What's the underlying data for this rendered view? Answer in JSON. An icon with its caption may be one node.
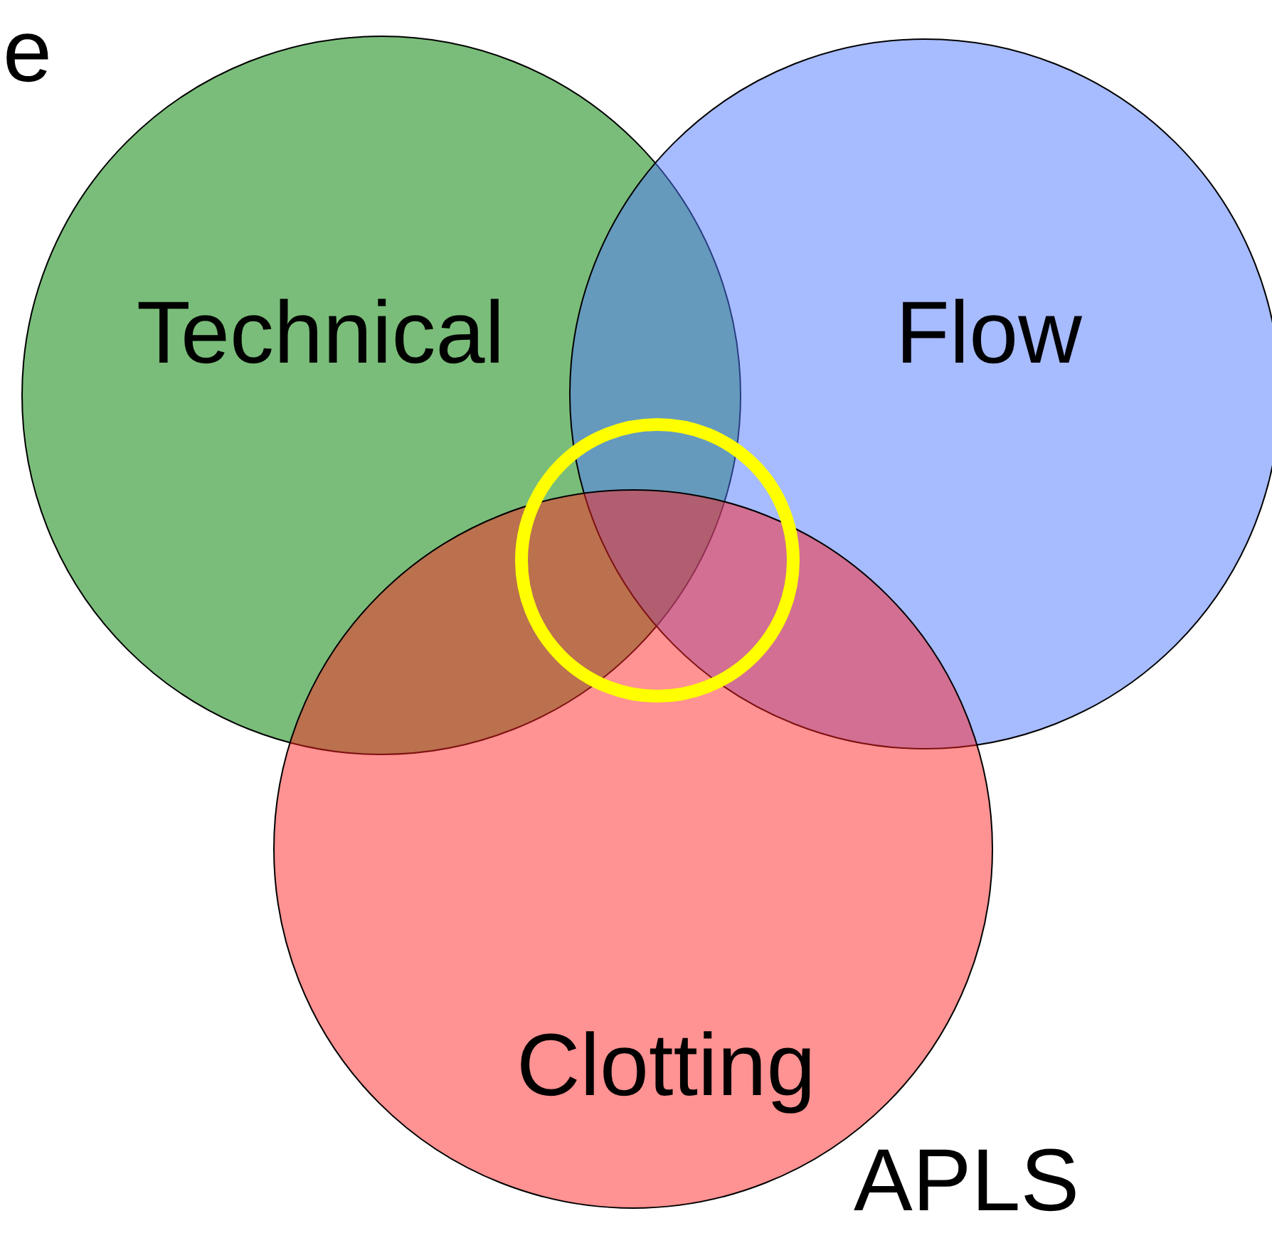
{
  "diagram": {
    "nodes": [
      {
        "text": [
          "Technical"
        ]
      },
      {
        "text": [
          "Flow"
        ]
      },
      {
        "text": [
          "Clotting"
        ]
      },
      {
        "text": [],
        "shape": "circle"
      }
    ],
    "labels": [
      "e",
      "APLS"
    ]
  }
}
